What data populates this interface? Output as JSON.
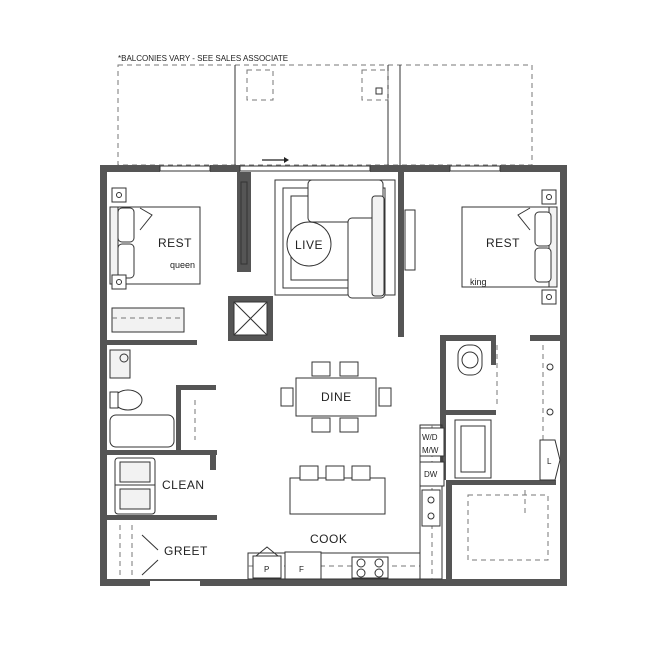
{
  "note": "*BALCONIES VARY - SEE SALES ASSOCIATE",
  "rooms": {
    "rest_left": "REST",
    "queen": "queen",
    "live": "LIVE",
    "rest_right": "REST",
    "king": "king",
    "dine": "DINE",
    "clean": "CLEAN",
    "greet": "GREET",
    "cook": "COOK"
  },
  "fixtures": {
    "washer_dryer_1": "W/D",
    "washer_dryer_2": "M/W",
    "dishwasher": "DW",
    "linen": "L",
    "pantry": "P",
    "fridge": "F"
  },
  "colors": {
    "wall": "#555555",
    "line": "#333333"
  }
}
